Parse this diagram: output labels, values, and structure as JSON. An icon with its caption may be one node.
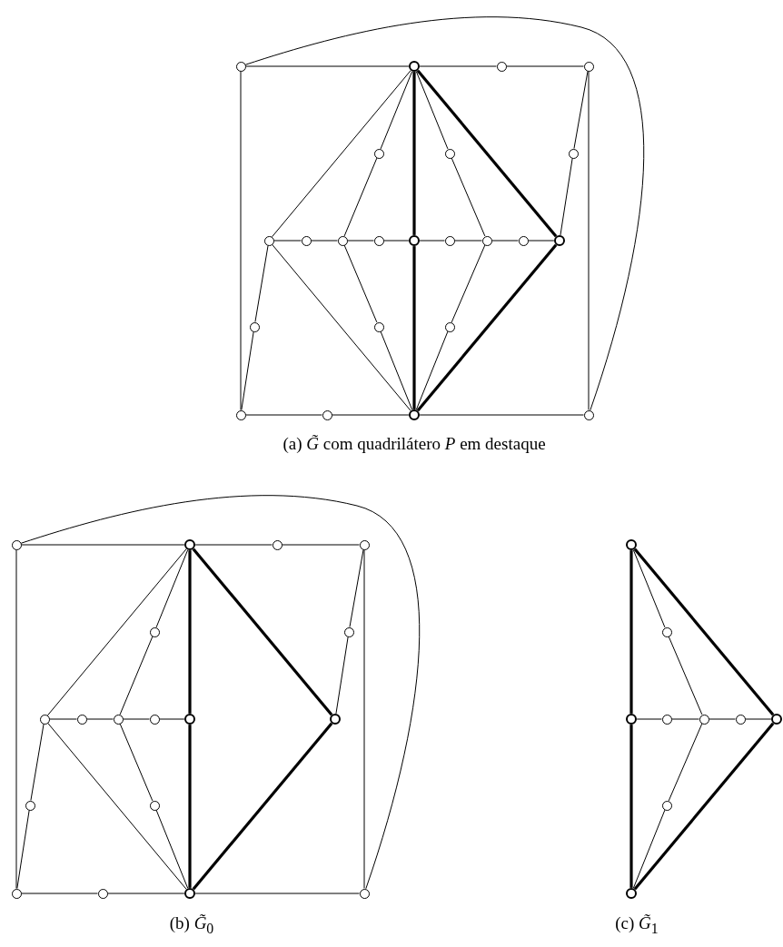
{
  "diagram": {
    "nodes": [
      {
        "text": [],
        "shape": "circle"
      },
      {
        "text": [],
        "shape": "ring"
      },
      {
        "text": [],
        "shape": "circle"
      },
      {
        "text": [],
        "shape": "circle"
      },
      {
        "text": [],
        "shape": "circle"
      },
      {
        "text": [],
        "shape": "circle"
      },
      {
        "text": [],
        "shape": "circle"
      },
      {
        "text": [],
        "shape": "circle"
      },
      {
        "text": [],
        "shape": "circle"
      },
      {
        "text": [],
        "shape": "circle"
      },
      {
        "text": [],
        "shape": "circle"
      },
      {
        "text": [],
        "shape": "ring"
      },
      {
        "text": [],
        "shape": "circle"
      },
      {
        "text": [],
        "shape": "circle"
      },
      {
        "text": [],
        "shape": "circle"
      },
      {
        "text": [],
        "shape": "ring"
      },
      {
        "text": [],
        "shape": "circle"
      },
      {
        "text": [],
        "shape": "circle"
      },
      {
        "text": [],
        "shape": "circle"
      },
      {
        "text": [],
        "shape": "circle"
      },
      {
        "text": [],
        "shape": "circle"
      },
      {
        "text": [],
        "shape": "ring"
      },
      {
        "text": [],
        "shape": "circle"
      },
      {
        "text": [],
        "shape": "circle"
      },
      {
        "text": [],
        "shape": "ring"
      },
      {
        "text": [],
        "shape": "circle"
      },
      {
        "text": [],
        "shape": "circle"
      },
      {
        "text": [],
        "shape": "circle"
      },
      {
        "text": [],
        "shape": "circle"
      },
      {
        "text": [],
        "shape": "circle"
      },
      {
        "text": [],
        "shape": "circle"
      },
      {
        "text": [],
        "shape": "circle"
      },
      {
        "text": [],
        "shape": "circle"
      },
      {
        "text": [],
        "shape": "ring"
      },
      {
        "text": [],
        "shape": "ring"
      },
      {
        "text": [],
        "shape": "circle"
      },
      {
        "text": [],
        "shape": "circle"
      },
      {
        "text": [],
        "shape": "circle"
      },
      {
        "text": [],
        "shape": "circle"
      },
      {
        "text": [],
        "shape": "ring"
      },
      {
        "text": [],
        "shape": "circle"
      },
      {
        "text": [],
        "shape": "ring"
      },
      {
        "text": [],
        "shape": "circle"
      },
      {
        "text": [],
        "shape": "ring"
      },
      {
        "text": [],
        "shape": "circle"
      },
      {
        "text": [],
        "shape": "circle"
      },
      {
        "text": [],
        "shape": "circle"
      },
      {
        "text": [],
        "shape": "ring"
      },
      {
        "text": [],
        "shape": "circle"
      },
      {
        "text": [],
        "shape": "ring"
      }
    ],
    "edges": [
      {
        "from": 0,
        "to": 1,
        "arrow": "none"
      },
      {
        "from": 1,
        "to": 2,
        "arrow": "none"
      },
      {
        "from": 2,
        "to": 3,
        "arrow": "none"
      },
      {
        "from": 0,
        "to": 19,
        "arrow": "none"
      },
      {
        "from": 3,
        "to": 22,
        "arrow": "none"
      },
      {
        "from": 3,
        "to": 6,
        "arrow": "none"
      },
      {
        "from": 6,
        "to": 15,
        "arrow": "none"
      },
      {
        "from": 19,
        "to": 20,
        "arrow": "none"
      },
      {
        "from": 20,
        "to": 21,
        "arrow": "none"
      },
      {
        "from": 21,
        "to": 22,
        "arrow": "none"
      },
      {
        "from": 1,
        "to": 11,
        "arrow": "none",
        "style": "thick"
      },
      {
        "from": 11,
        "to": 21,
        "arrow": "none",
        "style": "thick"
      },
      {
        "from": 1,
        "to": 15,
        "arrow": "none",
        "style": "thick"
      },
      {
        "from": 15,
        "to": 21,
        "arrow": "none",
        "style": "thick"
      },
      {
        "from": 1,
        "to": 7,
        "arrow": "none"
      },
      {
        "from": 1,
        "to": 4,
        "arrow": "none"
      },
      {
        "from": 4,
        "to": 9,
        "arrow": "none"
      },
      {
        "from": 1,
        "to": 5,
        "arrow": "none"
      },
      {
        "from": 5,
        "to": 13,
        "arrow": "none"
      },
      {
        "from": 7,
        "to": 8,
        "arrow": "none"
      },
      {
        "from": 8,
        "to": 9,
        "arrow": "none"
      },
      {
        "from": 9,
        "to": 10,
        "arrow": "none"
      },
      {
        "from": 10,
        "to": 11,
        "arrow": "none"
      },
      {
        "from": 11,
        "to": 12,
        "arrow": "none"
      },
      {
        "from": 12,
        "to": 13,
        "arrow": "none"
      },
      {
        "from": 13,
        "to": 14,
        "arrow": "none"
      },
      {
        "from": 14,
        "to": 15,
        "arrow": "none"
      },
      {
        "from": 7,
        "to": 21,
        "arrow": "none"
      },
      {
        "from": 7,
        "to": 16,
        "arrow": "none"
      },
      {
        "from": 16,
        "to": 19,
        "arrow": "none"
      },
      {
        "from": 9,
        "to": 17,
        "arrow": "none"
      },
      {
        "from": 17,
        "to": 21,
        "arrow": "none"
      },
      {
        "from": 13,
        "to": 18,
        "arrow": "none"
      },
      {
        "from": 18,
        "to": 21,
        "arrow": "none"
      },
      {
        "from": 0,
        "to": 22,
        "arrow": "none"
      },
      {
        "from": 23,
        "to": 24,
        "arrow": "none"
      },
      {
        "from": 24,
        "to": 25,
        "arrow": "none"
      },
      {
        "from": 25,
        "to": 26,
        "arrow": "none"
      },
      {
        "from": 23,
        "to": 37,
        "arrow": "none"
      },
      {
        "from": 26,
        "to": 40,
        "arrow": "none"
      },
      {
        "from": 26,
        "to": 28,
        "arrow": "none"
      },
      {
        "from": 28,
        "to": 34,
        "arrow": "none"
      },
      {
        "from": 37,
        "to": 38,
        "arrow": "none"
      },
      {
        "from": 38,
        "to": 39,
        "arrow": "none"
      },
      {
        "from": 39,
        "to": 40,
        "arrow": "none"
      },
      {
        "from": 24,
        "to": 33,
        "arrow": "none",
        "style": "thick"
      },
      {
        "from": 33,
        "to": 39,
        "arrow": "none",
        "style": "thick"
      },
      {
        "from": 24,
        "to": 34,
        "arrow": "none",
        "style": "thick"
      },
      {
        "from": 34,
        "to": 39,
        "arrow": "none",
        "style": "thick"
      },
      {
        "from": 24,
        "to": 29,
        "arrow": "none"
      },
      {
        "from": 24,
        "to": 27,
        "arrow": "none"
      },
      {
        "from": 27,
        "to": 31,
        "arrow": "none"
      },
      {
        "from": 29,
        "to": 30,
        "arrow": "none"
      },
      {
        "from": 30,
        "to": 31,
        "arrow": "none"
      },
      {
        "from": 31,
        "to": 32,
        "arrow": "none"
      },
      {
        "from": 32,
        "to": 33,
        "arrow": "none"
      },
      {
        "from": 29,
        "to": 39,
        "arrow": "none"
      },
      {
        "from": 29,
        "to": 35,
        "arrow": "none"
      },
      {
        "from": 35,
        "to": 37,
        "arrow": "none"
      },
      {
        "from": 31,
        "to": 36,
        "arrow": "none"
      },
      {
        "from": 36,
        "to": 39,
        "arrow": "none"
      },
      {
        "from": 23,
        "to": 40,
        "arrow": "none"
      },
      {
        "from": 41,
        "to": 43,
        "arrow": "none",
        "style": "thick"
      },
      {
        "from": 43,
        "to": 49,
        "arrow": "none",
        "style": "thick"
      },
      {
        "from": 41,
        "to": 47,
        "arrow": "none",
        "style": "thick"
      },
      {
        "from": 47,
        "to": 49,
        "arrow": "none",
        "style": "thick"
      },
      {
        "from": 41,
        "to": 42,
        "arrow": "none"
      },
      {
        "from": 42,
        "to": 45,
        "arrow": "none"
      },
      {
        "from": 43,
        "to": 44,
        "arrow": "none"
      },
      {
        "from": 44,
        "to": 45,
        "arrow": "none"
      },
      {
        "from": 45,
        "to": 46,
        "arrow": "none"
      },
      {
        "from": 46,
        "to": 47,
        "arrow": "none"
      },
      {
        "from": 45,
        "to": 48,
        "arrow": "none"
      },
      {
        "from": 48,
        "to": 49,
        "arrow": "none"
      }
    ],
    "labels": [
      "(a) *G̃* com quadrilátero *P* em destaque",
      "(b) *G̃*$_{0}$",
      "(c) *G̃*$_{1}$"
    ]
  }
}
